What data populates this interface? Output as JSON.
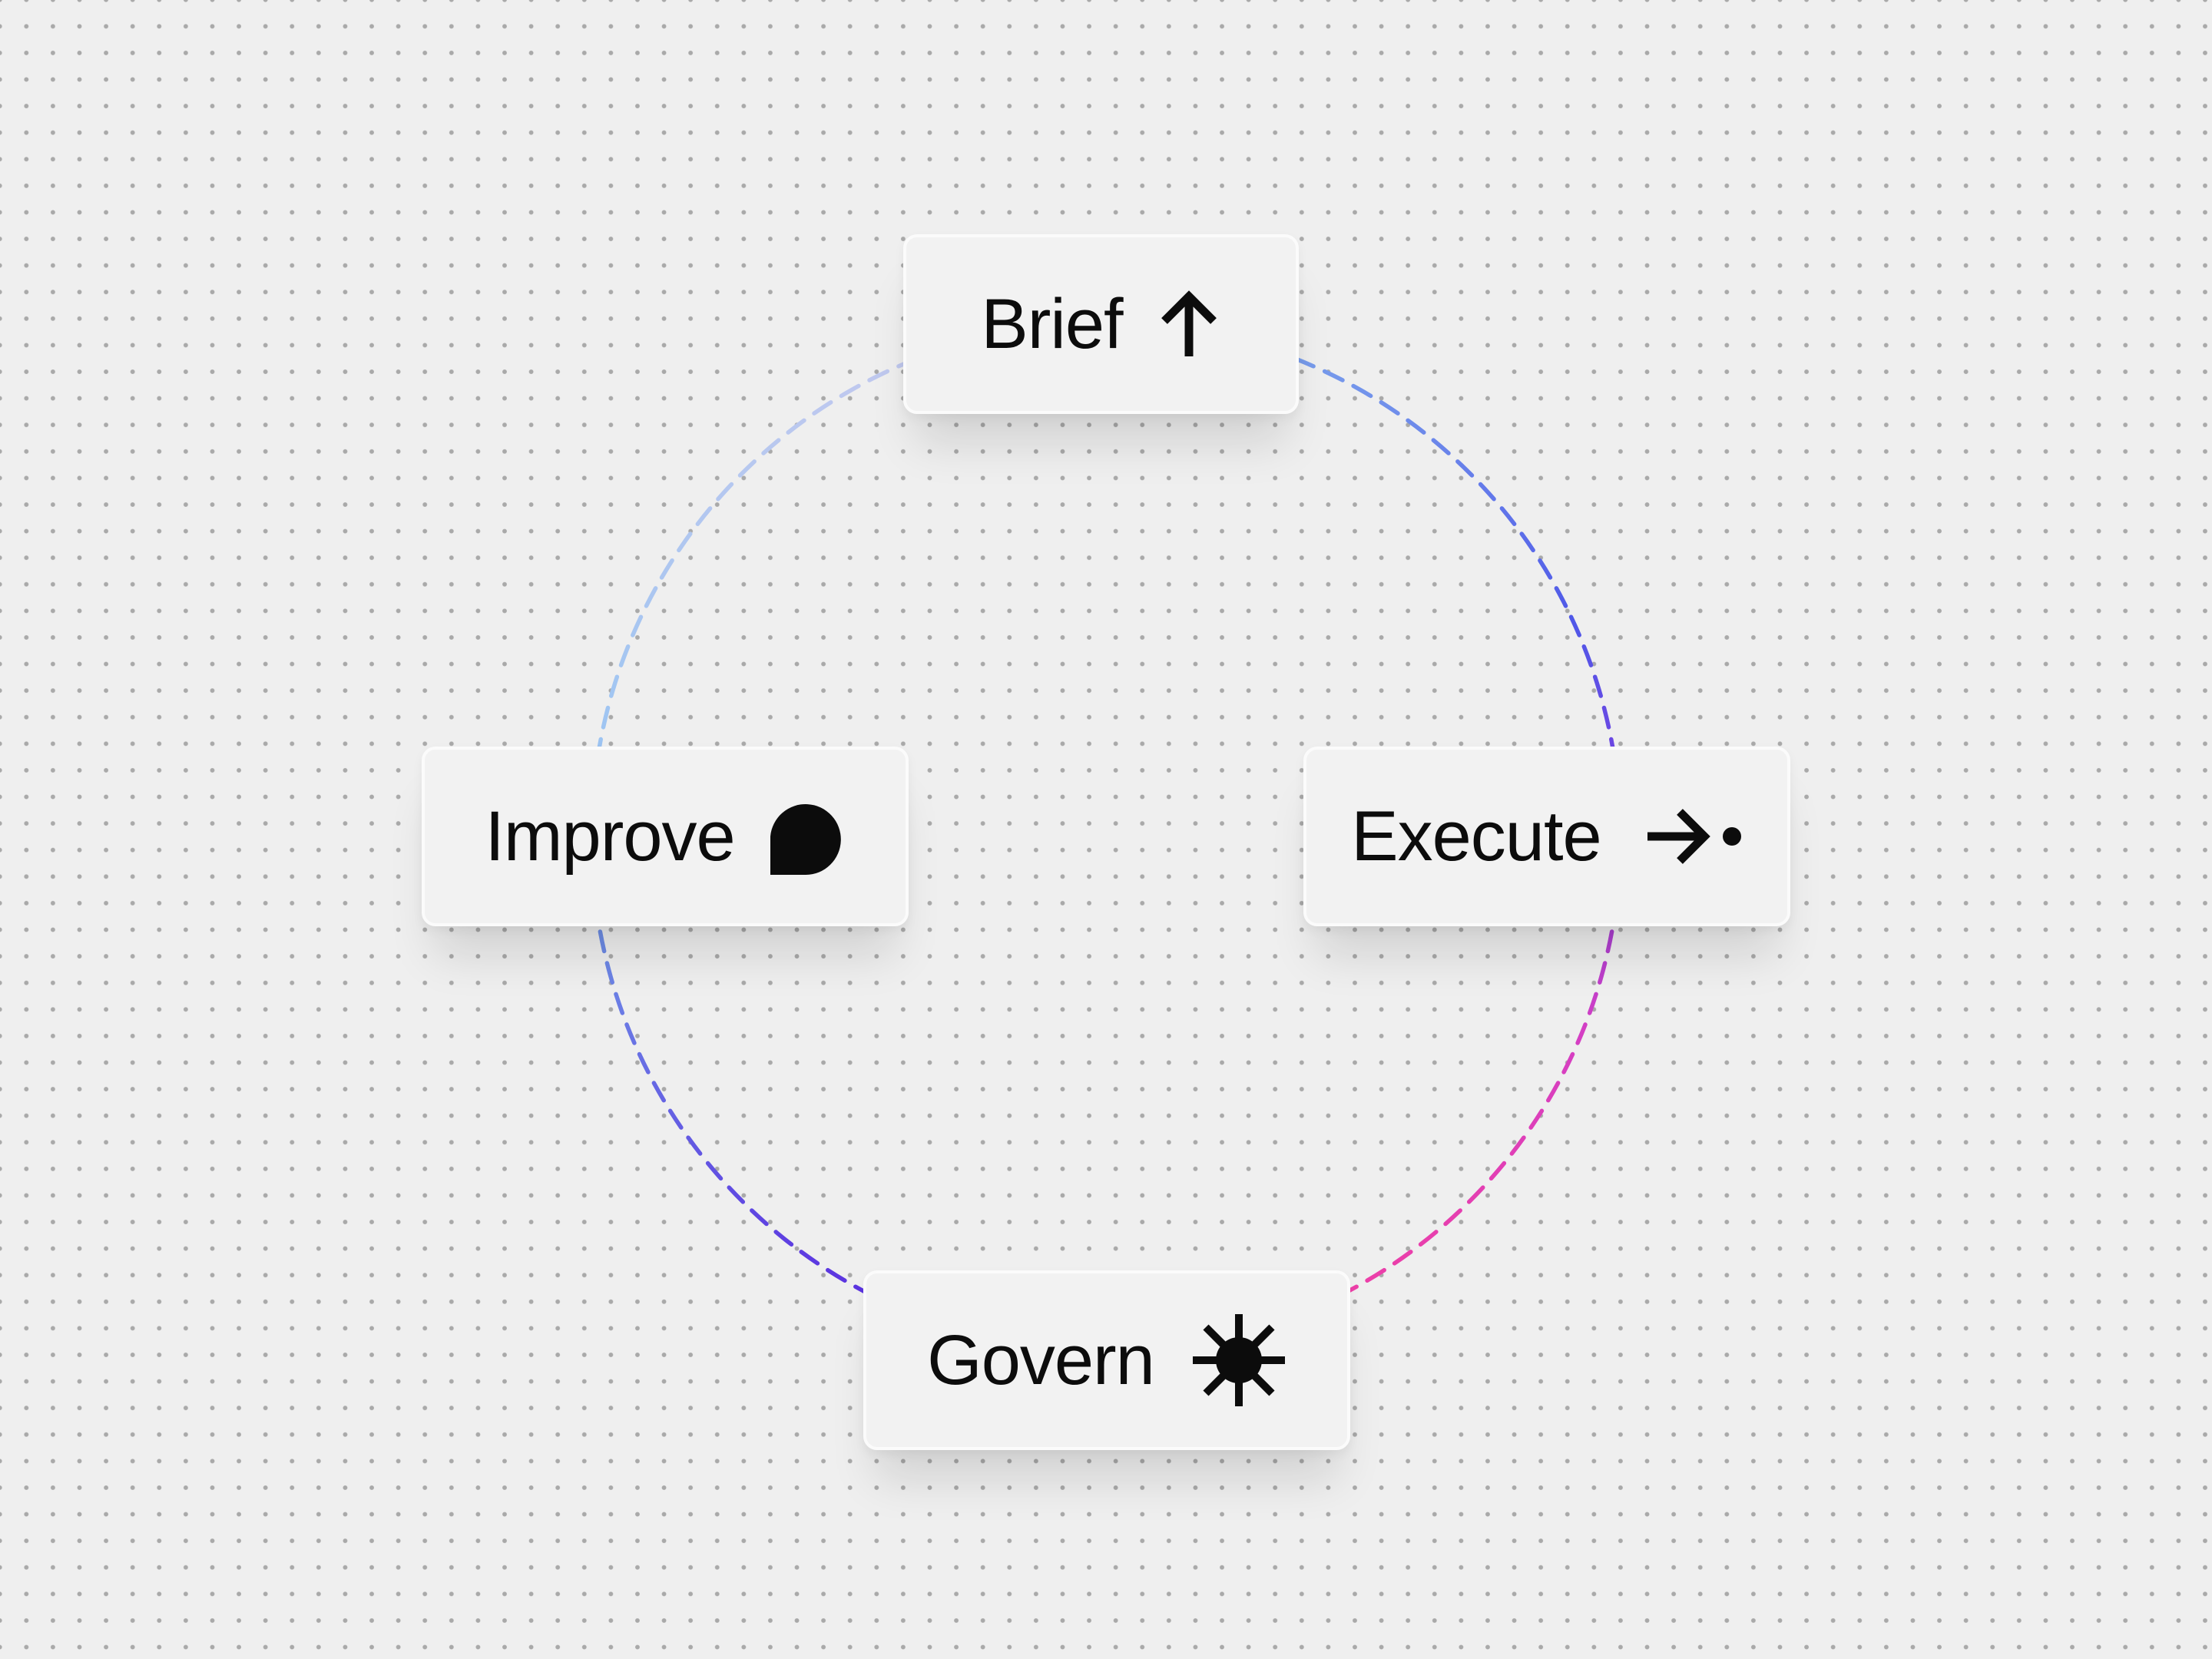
{
  "diagram": {
    "nodes": [
      {
        "id": "brief",
        "label": "Brief",
        "icon": "arrow-up-icon"
      },
      {
        "id": "execute",
        "label": "Execute",
        "icon": "arrow-right-dot-icon"
      },
      {
        "id": "govern",
        "label": "Govern",
        "icon": "asterisk-burst-icon"
      },
      {
        "id": "improve",
        "label": "Improve",
        "icon": "speech-bubble-icon"
      }
    ],
    "ring": {
      "style": "dashed",
      "colors": {
        "left_top": "#aec9f2",
        "right_top": "#4f58e8",
        "right_mid": "#7b3fe0",
        "bottom_right": "#e83fae",
        "bottom_left": "#5a34e0",
        "left_mid": "#6f8fe6"
      }
    },
    "icon_color": "#0c0c0c",
    "background": {
      "color": "#efefef",
      "dot_color": "#a9a9a9"
    }
  }
}
